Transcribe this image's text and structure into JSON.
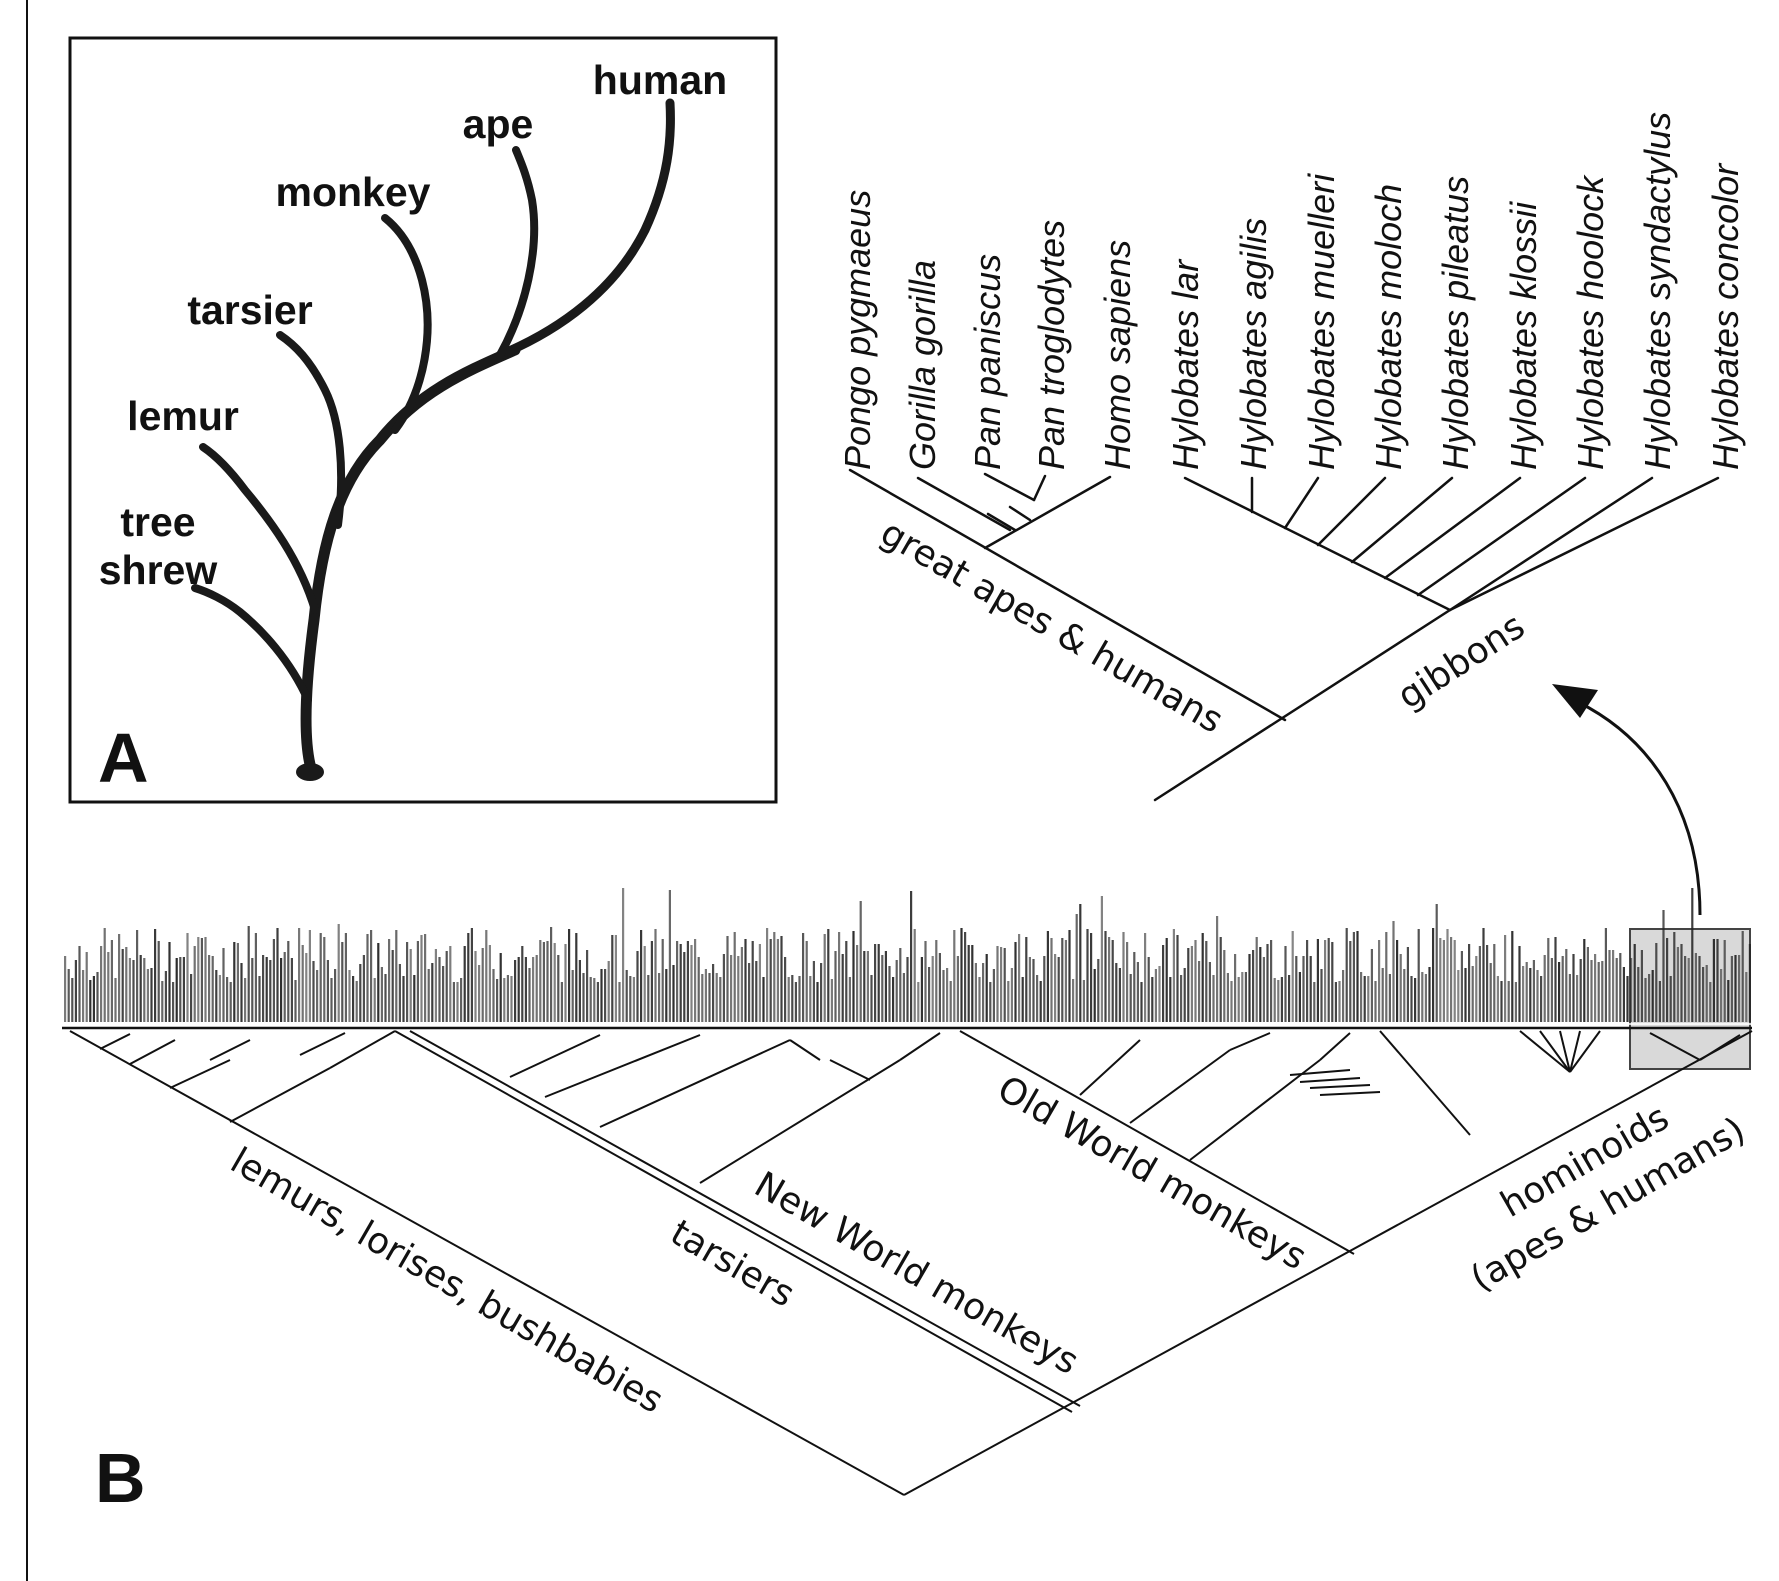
{
  "panel_a": {
    "letter": "A",
    "taxa": [
      "tree shrew",
      "lemur",
      "tarsier",
      "monkey",
      "ape",
      "human"
    ],
    "tree_shrew_line1": "tree",
    "tree_shrew_line2": "shrew"
  },
  "panel_b": {
    "letter": "B",
    "clades": {
      "lemurs": "lemurs, lorises, bushbabies",
      "tarsiers": "tarsiers",
      "new_world": "New World monkeys",
      "old_world": "Old World monkeys",
      "hominoids_line1": "hominoids",
      "hominoids_line2": "(apes & humans)"
    }
  },
  "inset": {
    "species": [
      "Pongo pygmaeus",
      "Gorilla gorilla",
      "Pan paniscus",
      "Pan troglodytes",
      "Homo sapiens",
      "Hylobates lar",
      "Hylobates agilis",
      "Hylobates muelleri",
      "Hylobates moloch",
      "Hylobates pileatus",
      "Hylobates klossii",
      "Hylobates hoolock",
      "Hylobates syndactylus",
      "Hylobates concolor"
    ],
    "clades": {
      "great_apes": "great apes & humans",
      "gibbons": "gibbons"
    }
  },
  "colors": {
    "ink": "#111111",
    "highlight_box": "#d9d9d9"
  }
}
